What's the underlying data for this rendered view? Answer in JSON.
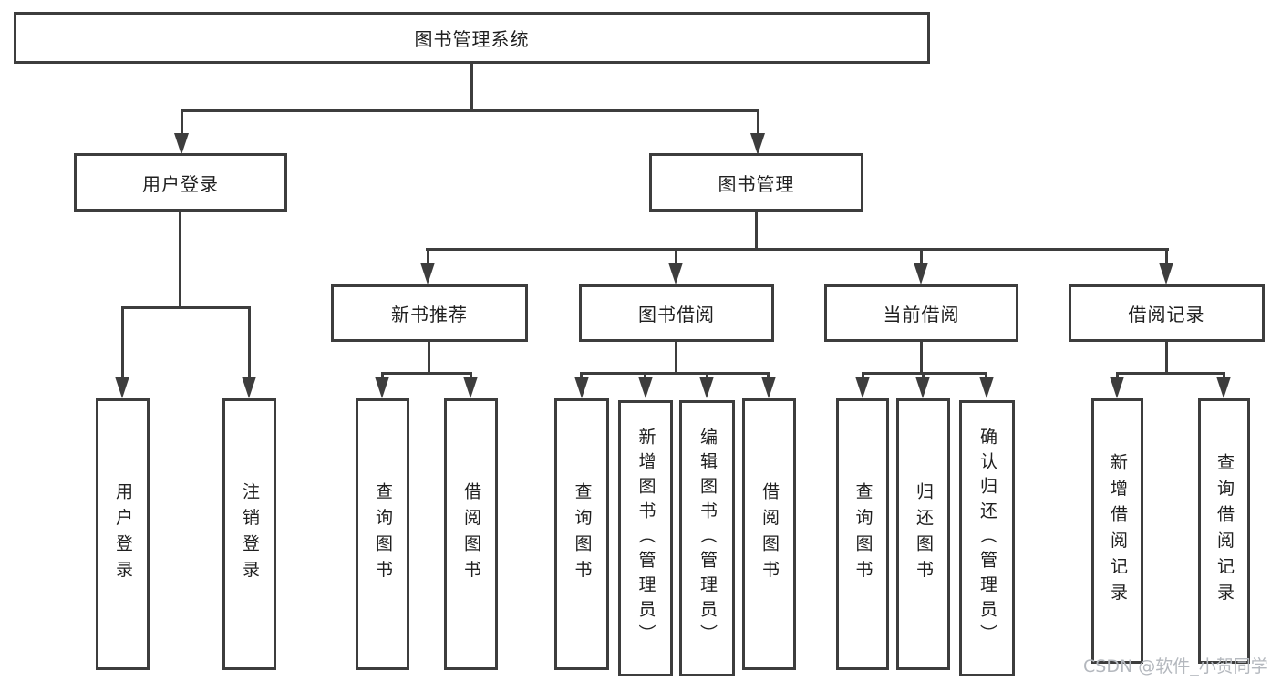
{
  "diagram": {
    "root": "图书管理系统",
    "branches": [
      {
        "label": "用户登录",
        "leaves": [
          "用户登录",
          "注销登录"
        ]
      },
      {
        "label": "图书管理",
        "children": [
          {
            "label": "新书推荐",
            "leaves": [
              "查询图书",
              "借阅图书"
            ]
          },
          {
            "label": "图书借阅",
            "leaves": [
              "查询图书",
              "新增图书（管理员）",
              "编辑图书（管理员）",
              "借阅图书"
            ]
          },
          {
            "label": "当前借阅",
            "leaves": [
              "查询图书",
              "归还图书",
              "确认归还（管理员）"
            ]
          },
          {
            "label": "借阅记录",
            "leaves": [
              "新增借阅记录",
              "查询借阅记录"
            ]
          }
        ]
      }
    ]
  },
  "watermark": {
    "text": "CSDN @软件_小贺同学"
  },
  "colors": {
    "line": "#3d3d3d",
    "text": "#1f1f1f",
    "watermark": "#b4b8be",
    "background": "#ffffff"
  }
}
